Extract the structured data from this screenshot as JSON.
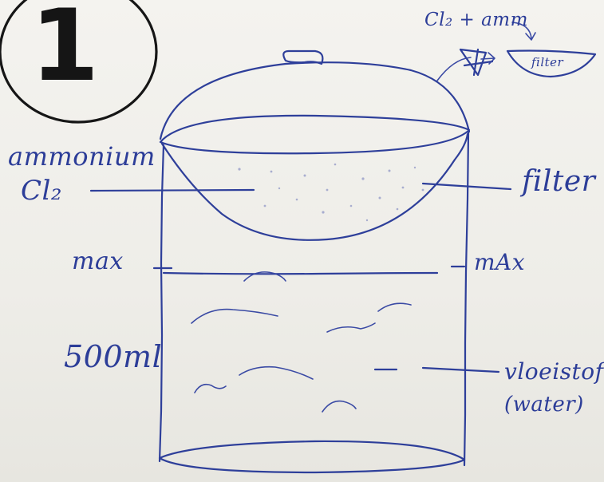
{
  "step_number": "1",
  "labels": {
    "ammonium": "ammonium",
    "cl2": "Cl₂",
    "filter": "filter",
    "max_left": "max",
    "max_right": "mAx",
    "volume": "500ml",
    "liquid_dutch": "vloeistof",
    "liquid_english": "(water)"
  },
  "inset": {
    "label": "Cl₂ + amm",
    "filter_label": "filter"
  },
  "ink_color": "#2e3f9a"
}
